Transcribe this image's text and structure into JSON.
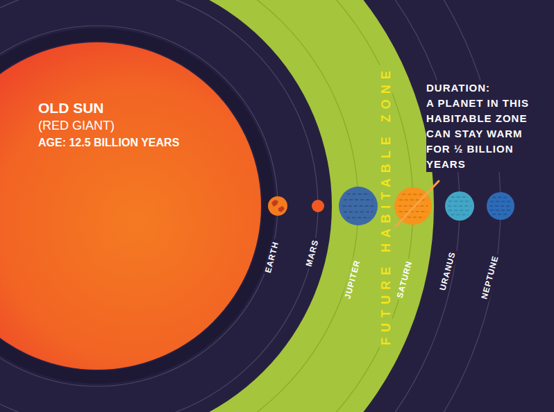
{
  "diagram": {
    "nodes": [
      {
        "text": [
          "OLD SUN",
          "(RED GIANT)",
          "AGE: 12.5 BILLION YEARS"
        ]
      },
      {
        "text": [
          "EARTH"
        ]
      },
      {
        "text": [
          "MARS"
        ]
      },
      {
        "text": [
          "FUTURE HABITABLE ZONE"
        ]
      },
      {
        "text": [
          "JUPITER"
        ],
        "in": 3
      },
      {
        "text": [
          "SATURN"
        ],
        "in": 3
      },
      {
        "text": [
          "URANUS"
        ]
      },
      {
        "text": [
          "NEPTUNE"
        ]
      }
    ],
    "labels": [
      "DURATION:",
      "A PLANET IN THIS HABITABLE ZONE CAN STAY WARM FOR ½ BILLION YEARS"
    ]
  }
}
